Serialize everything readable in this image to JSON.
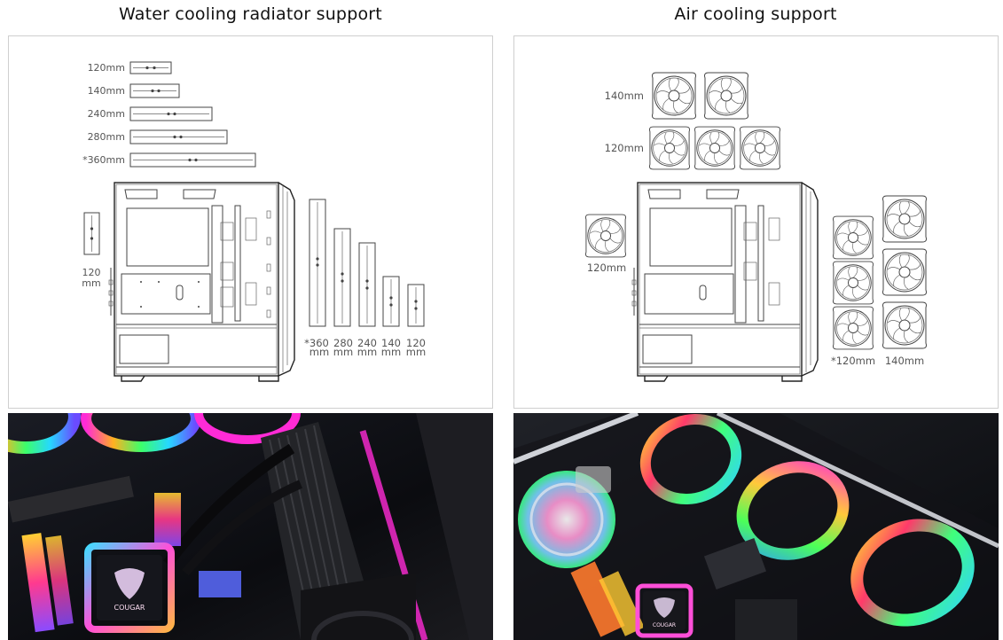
{
  "headings": {
    "water": "Water cooling radiator support",
    "air": "Air cooling support"
  },
  "water_cooling": {
    "top_radiators": [
      "120mm",
      "140mm",
      "240mm",
      "280mm",
      "*360mm"
    ],
    "rear_radiator": {
      "size": "120",
      "unit": "mm"
    },
    "front_radiators": [
      {
        "size": "*360",
        "unit": "mm"
      },
      {
        "size": "280",
        "unit": "mm"
      },
      {
        "size": "240",
        "unit": "mm"
      },
      {
        "size": "140",
        "unit": "mm"
      },
      {
        "size": "120",
        "unit": "mm"
      }
    ]
  },
  "air_cooling": {
    "top_140": "140mm",
    "top_120": "120mm",
    "rear": "120mm",
    "front_120": "*120mm",
    "front_140": "140mm"
  },
  "photos": {
    "water_logo": "COUGAR",
    "air_logo": "COUGAR"
  }
}
